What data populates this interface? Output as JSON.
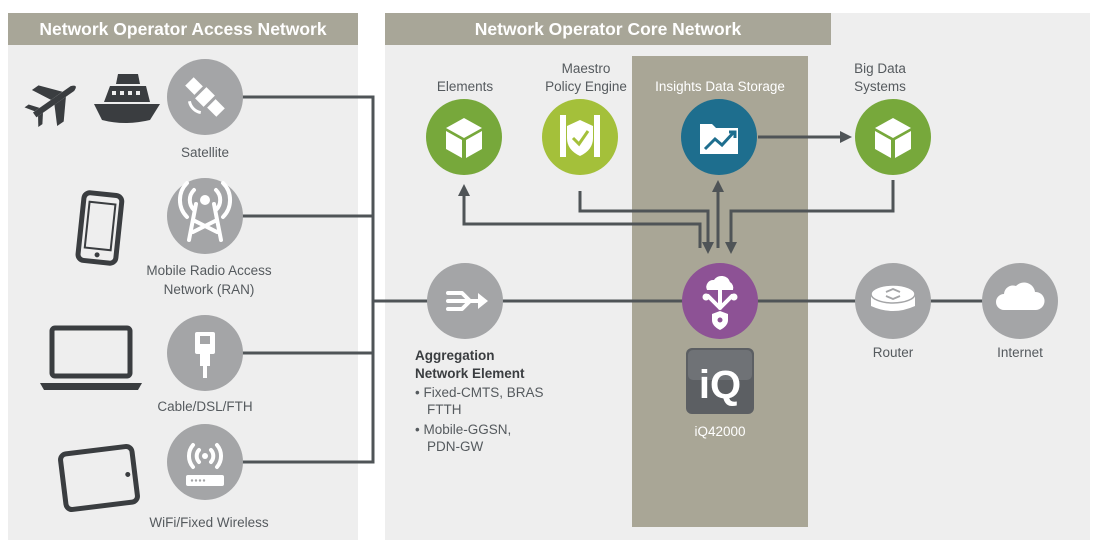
{
  "access_panel": {
    "title": "Network Operator Access Network"
  },
  "core_panel": {
    "title": "Network Operator Core Network"
  },
  "access_nodes": {
    "satellite": "Satellite",
    "mobile_ran": [
      "Mobile Radio Access",
      "Network (RAN)"
    ],
    "cable": "Cable/DSL/FTH",
    "wifi": "WiFi/Fixed Wireless"
  },
  "aggregation": {
    "title": [
      "Aggregation",
      "Network Element"
    ],
    "bullets": [
      "• Fixed-CMTS, BRAS",
      "FTTH",
      "• Mobile-GGSN,",
      "PDN-GW"
    ]
  },
  "core_nodes": {
    "elements": "Elements",
    "maestro": [
      "Maestro",
      "Policy Engine"
    ],
    "insights": "Insights Data Storage",
    "big_data": [
      "Big Data",
      "Systems"
    ],
    "iq_logo_text": "iQ",
    "iq_model": "iQ42000"
  },
  "external_nodes": {
    "router": "Router",
    "internet": "Internet"
  },
  "colors": {
    "panel_bg": "#eeeeee",
    "panel_header": "#a8a698",
    "insights_band": "#a9a696",
    "node_gray": "#a4a5a7",
    "green": "#77a83b",
    "lime": "#a4c03a",
    "teal": "#1e6e8e",
    "purple": "#8d5295",
    "line": "#4f5457"
  }
}
